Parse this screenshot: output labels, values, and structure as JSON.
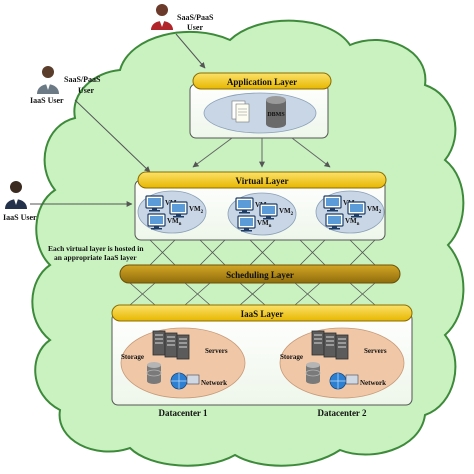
{
  "users": {
    "top": "SaaS/PaaS User",
    "left_saas": "SaaS/PaaS User",
    "left_iaas": "IaaS User",
    "middle_iaas": "IaaS User"
  },
  "application_layer": {
    "title": "Application Layer",
    "dbms_label": "DBMS"
  },
  "virtual_layer": {
    "title": "Virtual Layer",
    "vm_label": "VM",
    "vm_subscripts": [
      "1",
      "2",
      "3",
      "n"
    ],
    "note": [
      "Each virtual layer is hosted in",
      "an appropriate IaaS layer"
    ]
  },
  "scheduling_layer": {
    "title": "Scheduling Layer"
  },
  "iaas_layer": {
    "title": "IaaS Layer",
    "datacenters": [
      {
        "name": "Datacenter 1",
        "storage": "Storage",
        "servers": "Servers",
        "network": "Network"
      },
      {
        "name": "Datacenter 2",
        "storage": "Storage",
        "servers": "Servers",
        "network": "Network"
      }
    ]
  },
  "colors": {
    "cloud_fill": "#c9f2c0",
    "cloud_stroke": "#3d8a3a",
    "layer_header": "#f3cf1e",
    "scheduling_bar": "#b38e16",
    "datacenter_fill": "#f0c8a8",
    "vm_cluster_fill": "#c9d6e6",
    "arrow": "#666666"
  }
}
